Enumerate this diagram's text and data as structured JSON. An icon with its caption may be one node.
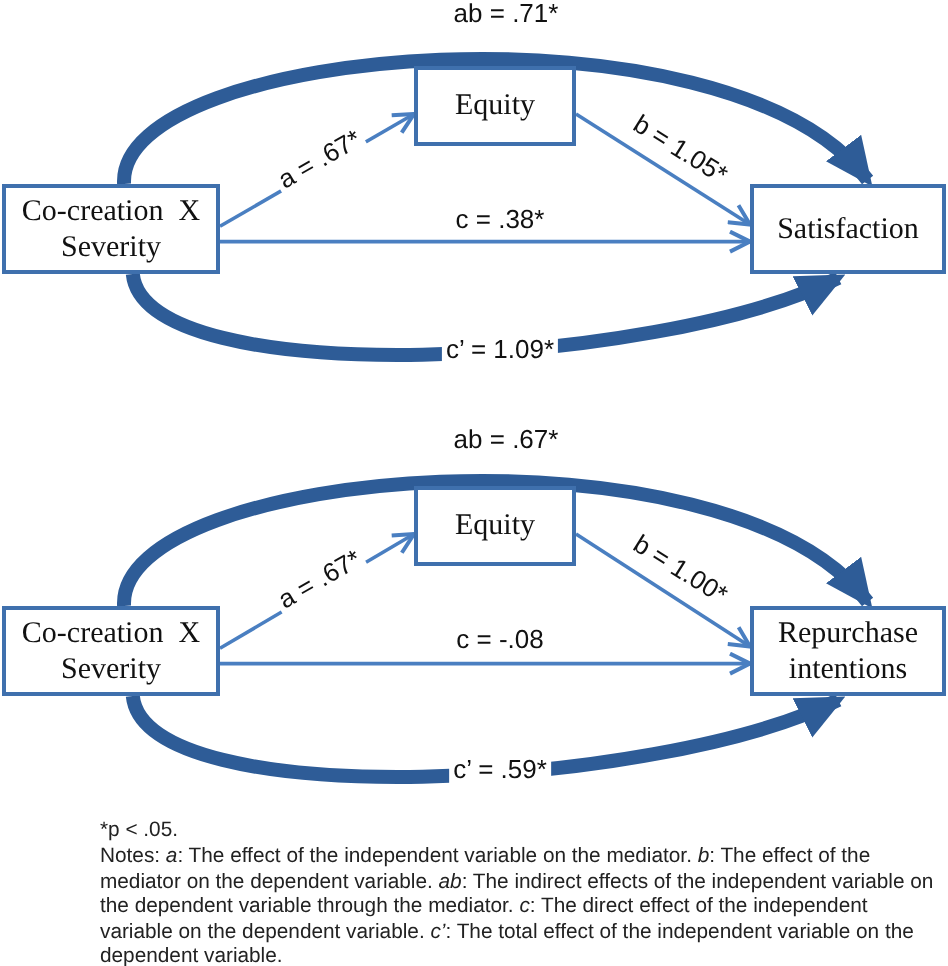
{
  "diagram": {
    "nodes": [
      {
        "text": [
          "Co-creation  X Severity"
        ]
      },
      {
        "text": [
          "Equity"
        ]
      },
      {
        "text": [
          "Satisfaction"
        ]
      },
      {
        "text": [
          "Co-creation  X Severity"
        ]
      },
      {
        "text": [
          "Equity"
        ]
      },
      {
        "text": [
          "Repurchase intentions"
        ]
      }
    ],
    "edges": [
      {
        "from": 0,
        "to": 1,
        "arrow": "to",
        "label": "a = .67*"
      },
      {
        "from": 1,
        "to": 2,
        "arrow": "to",
        "label": "b = 1.05*"
      },
      {
        "from": 0,
        "to": 2,
        "arrow": "to",
        "label": "c = .38*"
      },
      {
        "from": 0,
        "to": 2,
        "arrow": "to",
        "label": "ab = .71*",
        "style": "thick",
        "color": "#2e5c97"
      },
      {
        "from": 0,
        "to": 2,
        "arrow": "to",
        "label": "c’ = 1.09*",
        "style": "thick",
        "color": "#2e5c97"
      },
      {
        "from": 3,
        "to": 4,
        "arrow": "to",
        "label": "a = .67*"
      },
      {
        "from": 4,
        "to": 5,
        "arrow": "to",
        "label": "b = 1.00*"
      },
      {
        "from": 3,
        "to": 5,
        "arrow": "to",
        "label": "c = -.08"
      },
      {
        "from": 3,
        "to": 5,
        "arrow": "to",
        "label": "ab = .67*",
        "style": "thick",
        "color": "#2e5c97"
      },
      {
        "from": 3,
        "to": 5,
        "arrow": "to",
        "label": "c’ = .59*",
        "style": "thick",
        "color": "#2e5c97"
      }
    ],
    "labels": [
      "*p < .05.",
      "Notes: *a*: The effect of the independent variable on the mediator. *b*: The effect of the mediator on the dependent variable. *ab*: The indirect effects of the independent variable on the dependent variable through the mediator. *c*: The direct effect of the independent variable on the dependent variable. *c’*: The total effect of the independent variable on the dependent variable."
    ]
  }
}
